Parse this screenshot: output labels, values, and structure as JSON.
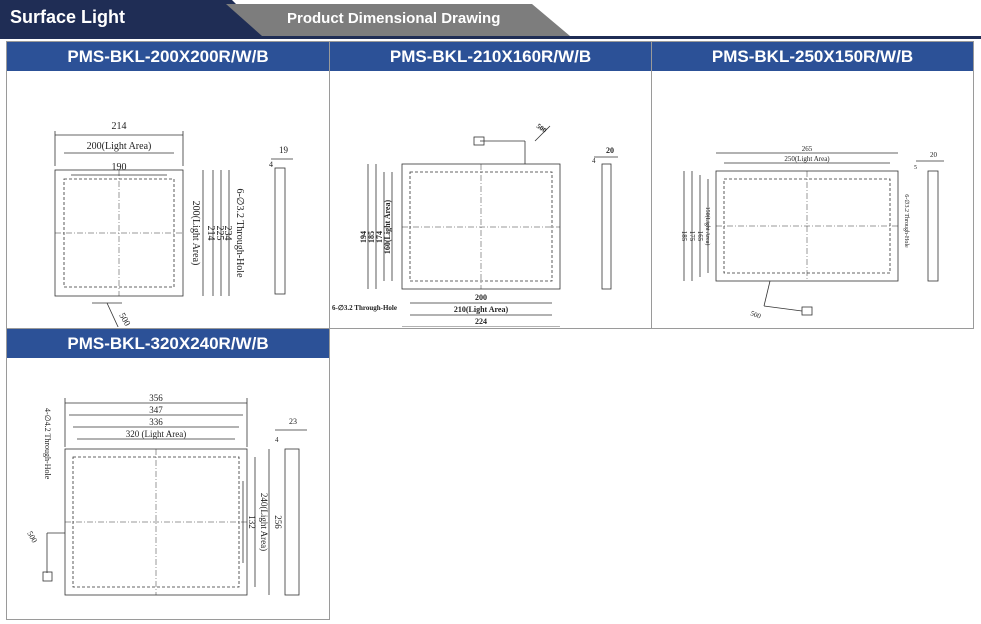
{
  "header": {
    "category": "Surface Light",
    "subtitle": "Product Dimensional Drawing",
    "colors": {
      "dark": "#1f2d55",
      "grey": "#7d7d7d",
      "panel_title": "#2c5197"
    }
  },
  "panels": [
    {
      "model": "PMS-BKL-200X200R/W/B",
      "dims": {
        "overall_w": "214",
        "light_w": "200(Light Area)",
        "inner_w": "190",
        "light_h": "200(Light Area)",
        "h1": "214",
        "h2": "225",
        "h3": "234",
        "holes": "6-∅3.2 Through-Hole",
        "cable": "500",
        "thick": "19",
        "step": "4"
      }
    },
    {
      "model": "PMS-BKL-210X160R/W/B",
      "dims": {
        "w1": "200",
        "light_w": "210(Light Area)",
        "w2": "224",
        "h1": "194",
        "h2": "185",
        "h3": "174",
        "light_h": "160(Light Area)",
        "holes": "6-∅3.2 Through-Hole",
        "cable": "500",
        "thick": "20",
        "step": "4"
      }
    },
    {
      "model": "PMS-BKL-250X150R/W/B",
      "dims": {
        "w1": "265",
        "light_w": "250(Light Area)",
        "h1": "185",
        "h2": "175",
        "h3": "165",
        "light_h": "150(Light Area)",
        "holes": "6-∅3.2 Through-Hole",
        "cable": "500",
        "thick": "20",
        "step": "5"
      }
    },
    {
      "model": "PMS-BKL-320X240R/W/B",
      "dims": {
        "w1": "356",
        "w2": "347",
        "w3": "336",
        "light_w": "320 (Light Area)",
        "h_inner": "132",
        "light_h": "240(Light Area)",
        "h_outer": "256",
        "holes": "4-∅4.2 Through-Hole",
        "cable": "500",
        "thick": "23",
        "step": "4"
      }
    }
  ]
}
